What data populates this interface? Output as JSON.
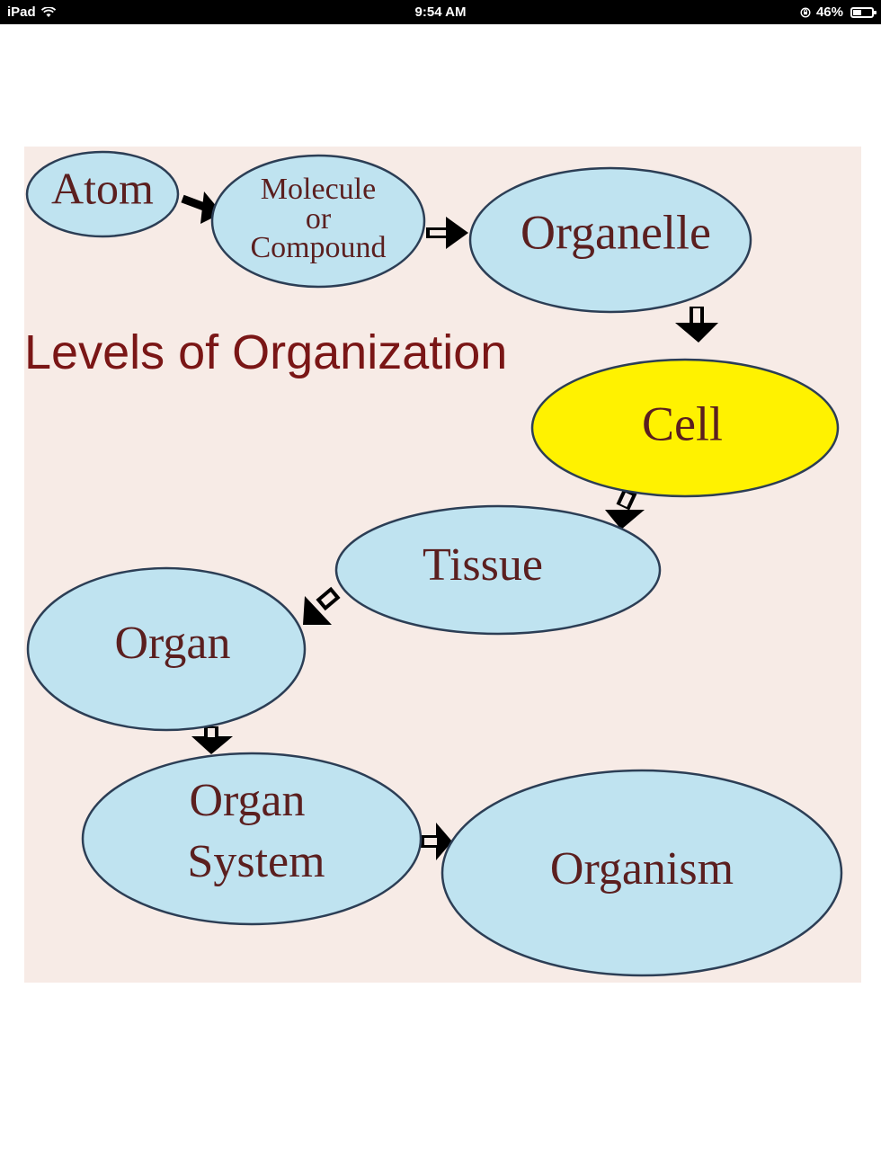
{
  "status_bar": {
    "device": "iPad",
    "time": "9:54 AM",
    "battery": "46%",
    "battery_level": 0.46,
    "icons": [
      "wifi-icon",
      "orientation-lock-icon",
      "battery-icon"
    ]
  },
  "diagram": {
    "title": "Levels of Organization",
    "nodes": {
      "atom": "Atom",
      "molecule_line1": "Molecule",
      "molecule_line2": "or",
      "molecule_line3": "Compound",
      "organelle": "Organelle",
      "cell": "Cell",
      "tissue": "Tissue",
      "organ": "Organ",
      "organ_system_line1": "Organ",
      "organ_system_line2": "System",
      "organism": "Organism"
    },
    "colors": {
      "background": "#f7ebe6",
      "node_fill": "#bfe3f0",
      "highlight_fill": "#fff200",
      "text": "#5b1f1f",
      "title": "#7a1616",
      "arrow": "#000000"
    }
  }
}
